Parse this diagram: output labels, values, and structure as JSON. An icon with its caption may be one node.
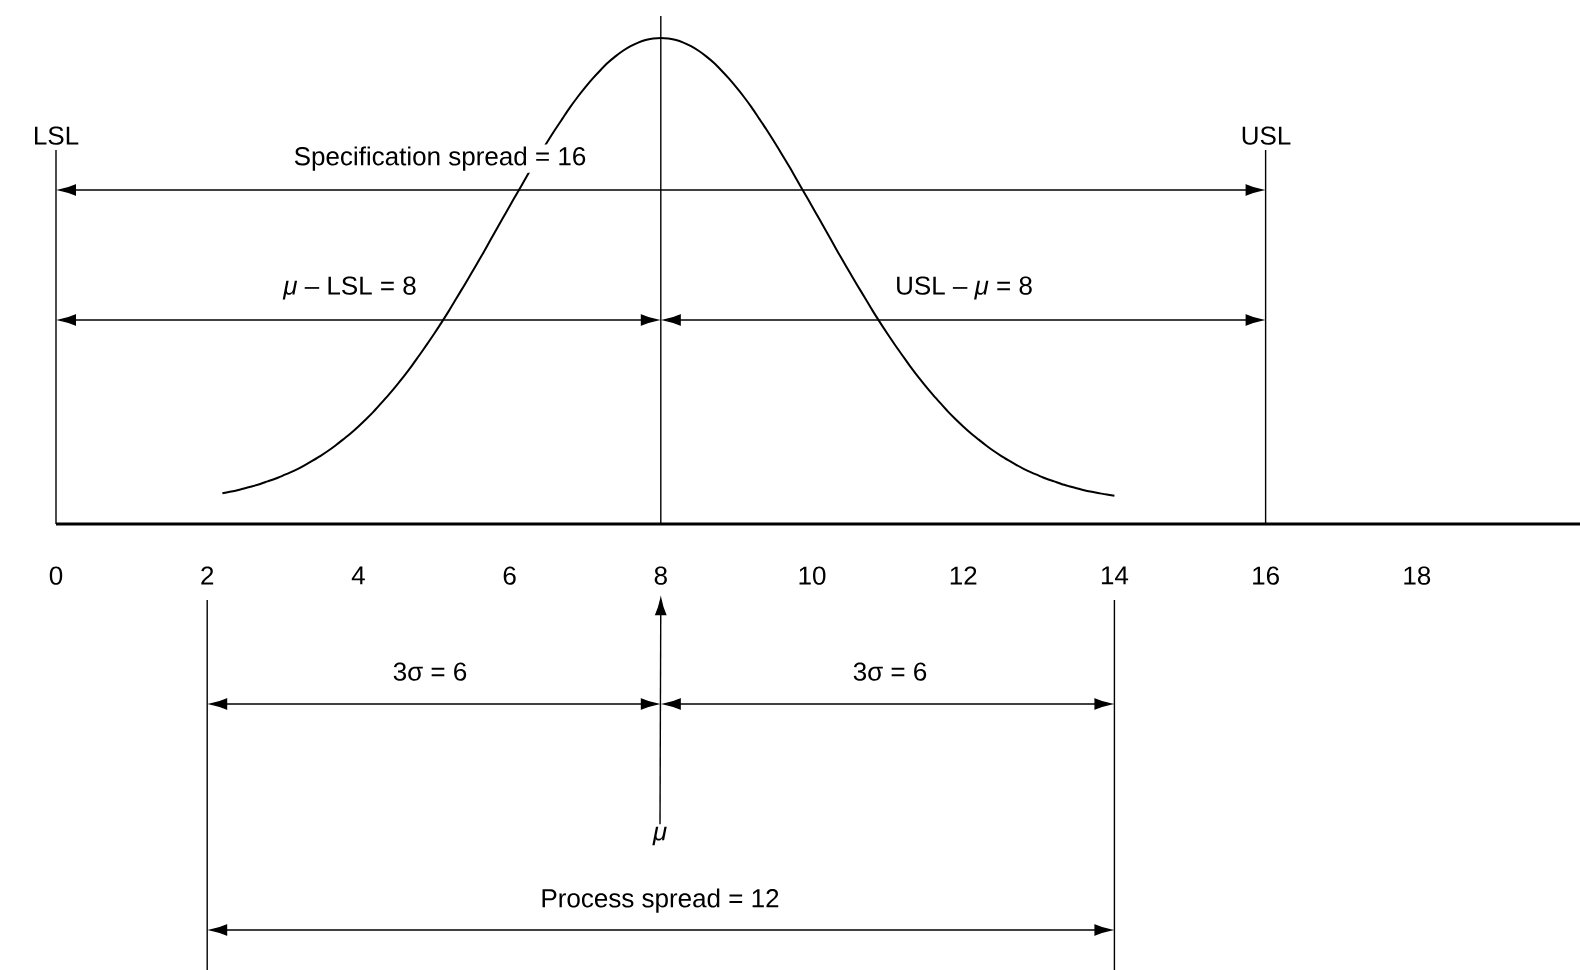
{
  "diagram": {
    "nodes": [
      {
        "text": [
          "8"
        ]
      },
      {
        "text": [
          "μ"
        ]
      }
    ],
    "edges": [
      {
        "from": 1,
        "to": 0,
        "arrow": "to"
      }
    ],
    "labels": [
      "LSL",
      "Specification spread = 16",
      "USL",
      "*μ* – LSL = 8",
      "USL – *μ* = 8",
      "0",
      "2",
      "4",
      "6",
      "10",
      "12",
      "14",
      "16",
      "18",
      "3σ = 6",
      "3σ = 6",
      "Process spread = 12"
    ]
  }
}
